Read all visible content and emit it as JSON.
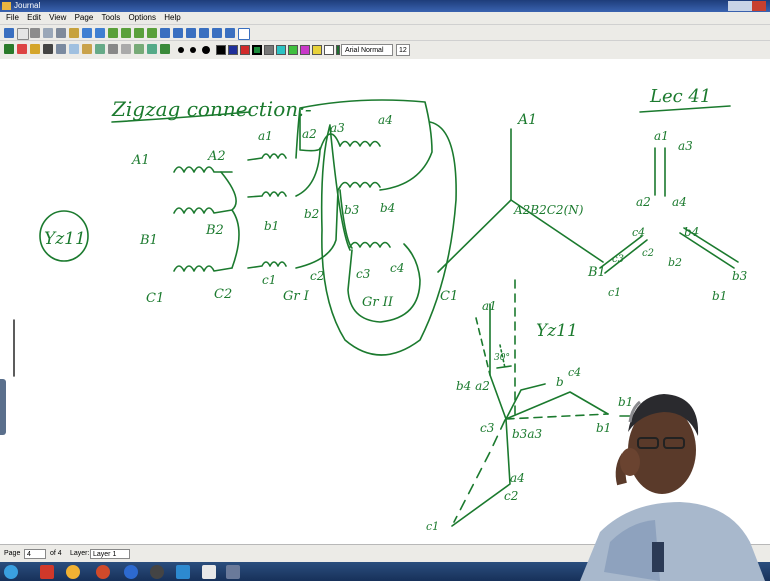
{
  "window": {
    "title": "Journal"
  },
  "menu": [
    "File",
    "Edit",
    "View",
    "Page",
    "Tools",
    "Options",
    "Help"
  ],
  "toolbar": {
    "font_name": "Arial Normal",
    "font_size": "12",
    "swatch_colors": [
      "#000000",
      "#1f2f9a",
      "#2f6fd6",
      "#d12a2a",
      "#1b8a3a",
      "#19a34a",
      "#2cc3c3",
      "#3c5fd8",
      "#c838c8",
      "#e8d23a",
      "#ffffff",
      "#ffffff",
      "#1e6f2e"
    ]
  },
  "board": {
    "title": "Zigzag connection:-",
    "lecture": "Lec 41",
    "group_label": "Yz11",
    "group_label_2": "Yz11",
    "group_i": "Gr I",
    "group_ii": "Gr II",
    "labels": {
      "A1": "A1",
      "A2": "A2",
      "B1": "B1",
      "B2": "B2",
      "C1": "C1",
      "C2": "C2",
      "a1": "a1",
      "a2": "a2",
      "a3": "a3",
      "a4": "a4",
      "b1": "b1",
      "b2": "b2",
      "b3": "b3",
      "b4": "b4",
      "c1": "c1",
      "c2": "c2",
      "c3": "c3",
      "c4": "c4",
      "neutral": "A2B2C2(N)",
      "angle": "30°",
      "star_A1": "A1",
      "star_C1": "C1",
      "ph_a1": "a1",
      "ph_a3": "a3",
      "ph_a2": "a2",
      "ph_a4": "a4",
      "ph_c4": "c4",
      "ph_b4": "b4",
      "ph_c3": "c3",
      "ph_c2": "c2",
      "ph_b2": "b2",
      "ph_B1": "B1",
      "ph_c1": "c1",
      "ph_b3": "b3",
      "ph_b1": "b1",
      "v_a1": "a1",
      "v_b4a2": "b4 a2",
      "v_c4": "c4",
      "v_b": "b",
      "v_b1": "b1",
      "v_c3": "c3",
      "v_b3a3": "b3a3",
      "v_b1b": "b1",
      "v_a4": "a4",
      "v_c2": "c2",
      "v_c1": "c1"
    }
  },
  "status": {
    "page_label": "Page",
    "page_value": "4",
    "of_label": "of 4",
    "layer_label": "Layer:",
    "layer_value": "Layer 1"
  }
}
